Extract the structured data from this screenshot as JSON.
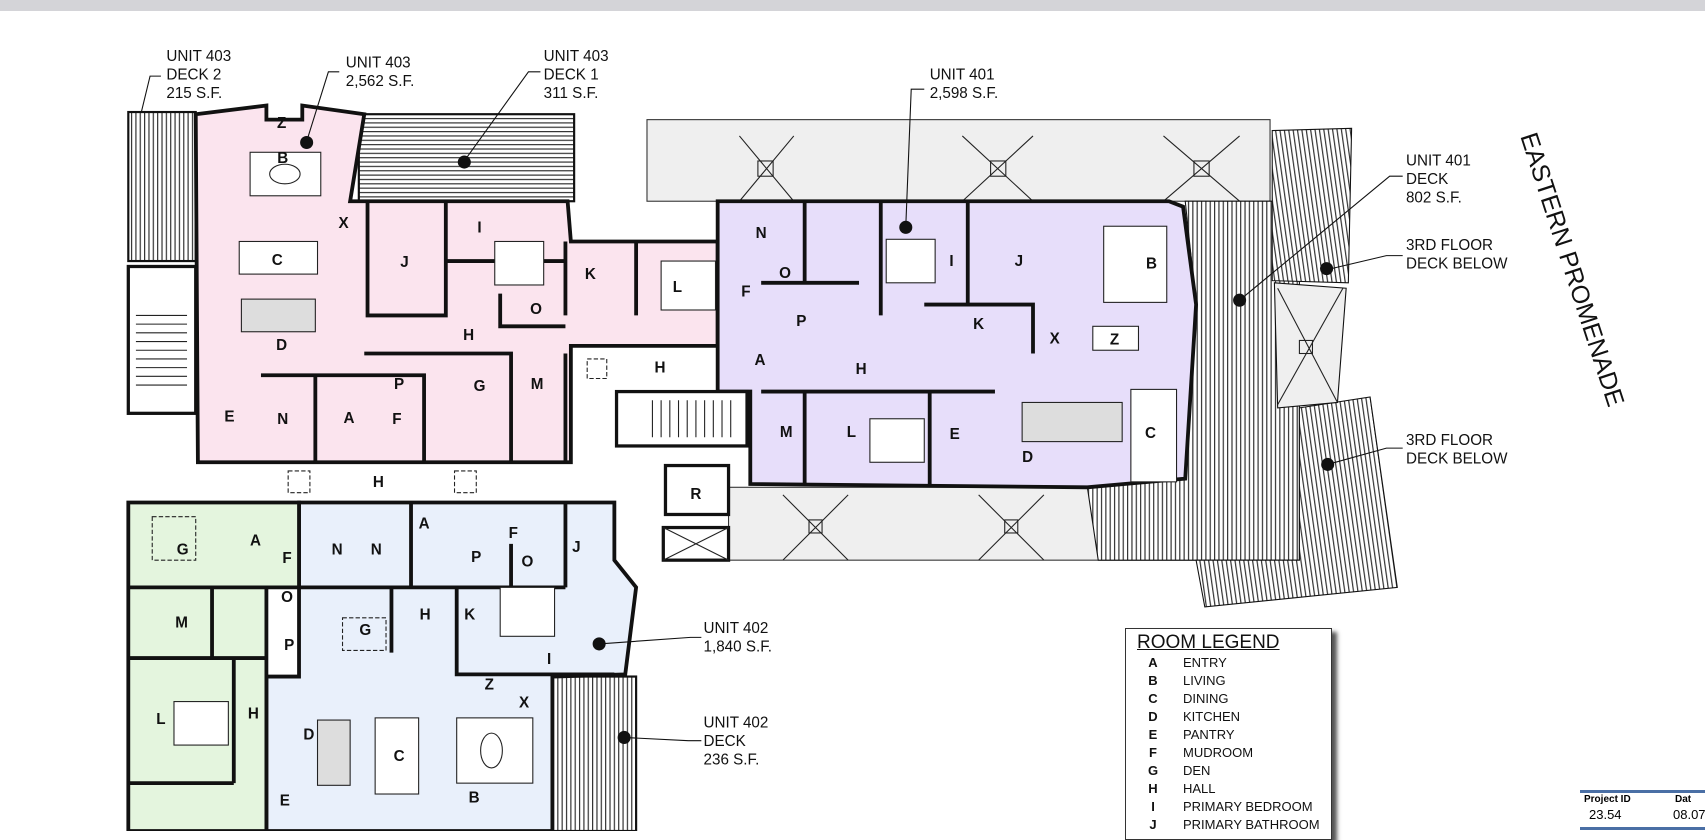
{
  "callouts": {
    "u403_deck2": [
      "UNIT 403",
      "DECK 2",
      "215 S.F."
    ],
    "u403": [
      "UNIT 403",
      "2,562 S.F."
    ],
    "u403_deck1": [
      "UNIT 403",
      "DECK 1",
      "311 S.F."
    ],
    "u401": [
      "UNIT 401",
      "2,598 S.F."
    ],
    "u401_deck": [
      "UNIT 401",
      "DECK",
      "802 S.F."
    ],
    "deck_below_1": [
      "3RD FLOOR",
      "DECK BELOW"
    ],
    "deck_below_2": [
      "3RD FLOOR",
      "DECK BELOW"
    ],
    "u402": [
      "UNIT 402",
      "1,840 S.F."
    ],
    "u402_deck": [
      "UNIT 402",
      "DECK",
      "236 S.F."
    ]
  },
  "street_label": "EASTERN PROMENADE",
  "rooms": {
    "u403": [
      "Z",
      "B",
      "C",
      "X",
      "D",
      "J",
      "I",
      "K",
      "L",
      "O",
      "H",
      "P",
      "G",
      "M",
      "E",
      "N",
      "A",
      "F"
    ],
    "u401": [
      "N",
      "O",
      "F",
      "P",
      "I",
      "J",
      "B",
      "K",
      "X",
      "Z",
      "A",
      "H",
      "M",
      "L",
      "E",
      "D",
      "C"
    ],
    "u402": [
      "A",
      "F",
      "N",
      "P",
      "O",
      "J",
      "K",
      "H",
      "G",
      "I",
      "Z",
      "X",
      "D",
      "C",
      "B",
      "E"
    ],
    "west_unit": [
      "G",
      "A",
      "F",
      "N",
      "M",
      "O",
      "P",
      "L",
      "H"
    ],
    "common": [
      "H",
      "H",
      "R"
    ]
  },
  "legend": {
    "title": "ROOM LEGEND",
    "items": [
      {
        "key": "A",
        "label": "ENTRY"
      },
      {
        "key": "B",
        "label": "LIVING"
      },
      {
        "key": "C",
        "label": "DINING"
      },
      {
        "key": "D",
        "label": "KITCHEN"
      },
      {
        "key": "E",
        "label": "PANTRY"
      },
      {
        "key": "F",
        "label": "MUDROOM"
      },
      {
        "key": "G",
        "label": "DEN"
      },
      {
        "key": "H",
        "label": "HALL"
      },
      {
        "key": "I",
        "label": "PRIMARY BEDROOM"
      },
      {
        "key": "J",
        "label": "PRIMARY BATHROOM"
      }
    ]
  },
  "title_block": {
    "project_id_label": "Project ID",
    "project_id": "23.54",
    "date_label": "Dat",
    "date": "08.07"
  },
  "colors": {
    "unit_403": "#fbe4ee",
    "unit_401": "#e7defa",
    "unit_402": "#e9f0fb",
    "west_unit": "#e4f5de",
    "terrace": "#efefef",
    "wall": "#111111"
  }
}
